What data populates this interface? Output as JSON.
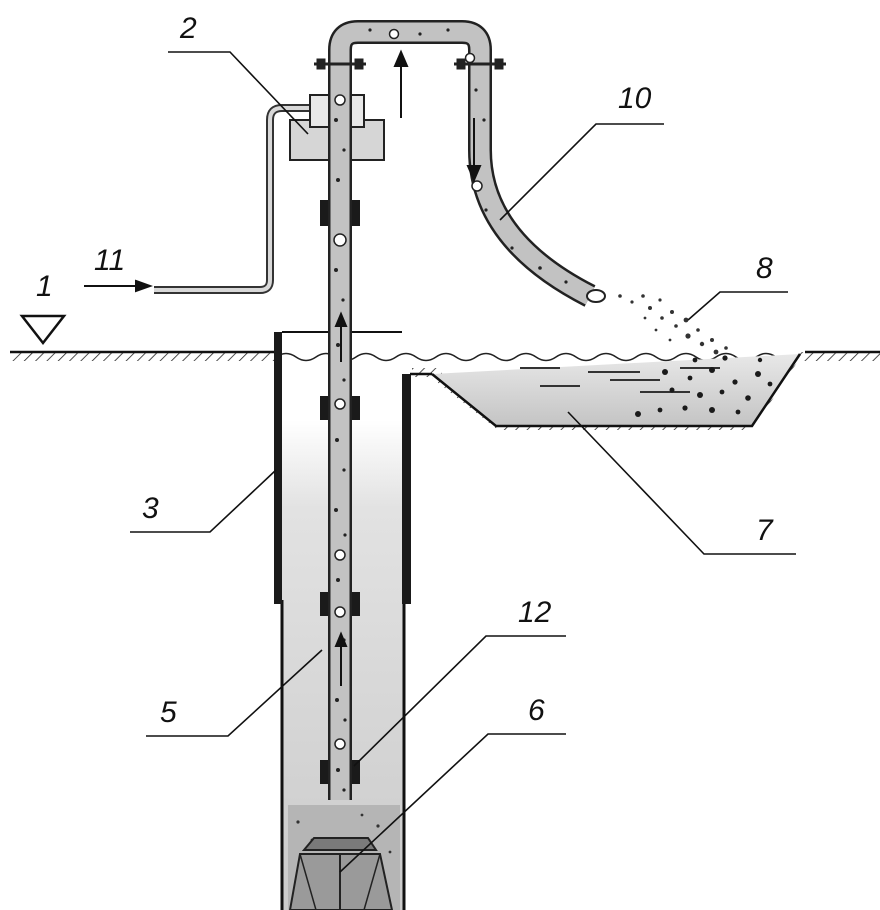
{
  "labels": {
    "l1": "1",
    "l2": "2",
    "l3": "3",
    "l5": "5",
    "l6": "6",
    "l7": "7",
    "l8": "8",
    "l10": "10",
    "l11": "11",
    "l12": "12"
  },
  "colors": {
    "ink": "#111111",
    "water": "#cfcfcf",
    "pipe_fill": "#bdbdbd",
    "casing": "#1a1a1a"
  }
}
